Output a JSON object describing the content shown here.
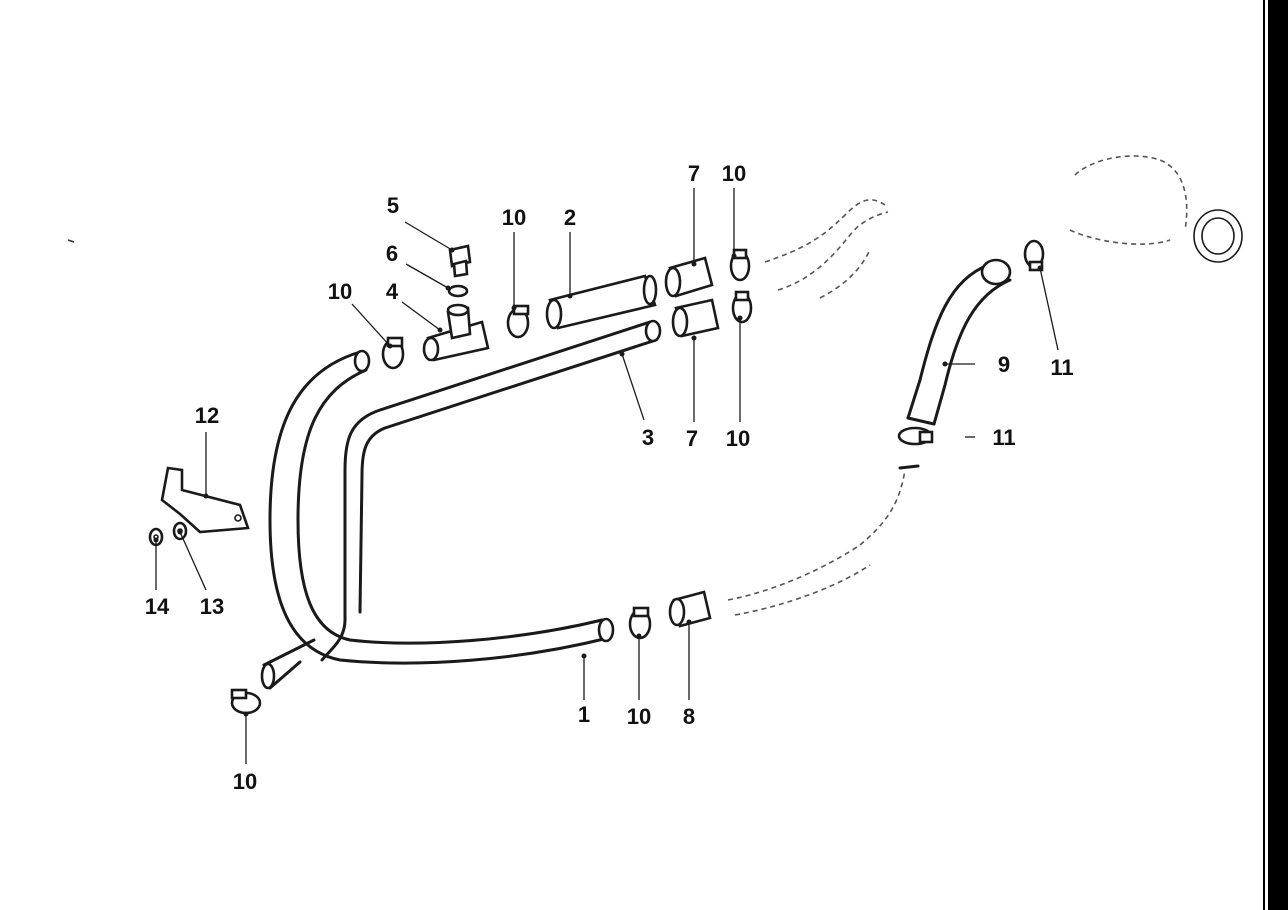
{
  "callouts": [
    {
      "id": "c1",
      "text": "1"
    },
    {
      "id": "c2",
      "text": "2"
    },
    {
      "id": "c3",
      "text": "3"
    },
    {
      "id": "c4",
      "text": "4"
    },
    {
      "id": "c5",
      "text": "5"
    },
    {
      "id": "c6",
      "text": "6"
    },
    {
      "id": "c7a",
      "text": "7"
    },
    {
      "id": "c7b",
      "text": "7"
    },
    {
      "id": "c8",
      "text": "8"
    },
    {
      "id": "c9",
      "text": "9"
    },
    {
      "id": "c10a",
      "text": "10"
    },
    {
      "id": "c10b",
      "text": "10"
    },
    {
      "id": "c10c",
      "text": "10"
    },
    {
      "id": "c10d",
      "text": "10"
    },
    {
      "id": "c10e",
      "text": "10"
    },
    {
      "id": "c10f",
      "text": "10"
    },
    {
      "id": "c11a",
      "text": "11"
    },
    {
      "id": "c11b",
      "text": "11"
    },
    {
      "id": "c12",
      "text": "12"
    },
    {
      "id": "c13",
      "text": "13"
    },
    {
      "id": "c14",
      "text": "14"
    }
  ],
  "colors": {
    "line": "#1a1a1a",
    "background": "#ffffff",
    "edge": "#000000"
  }
}
